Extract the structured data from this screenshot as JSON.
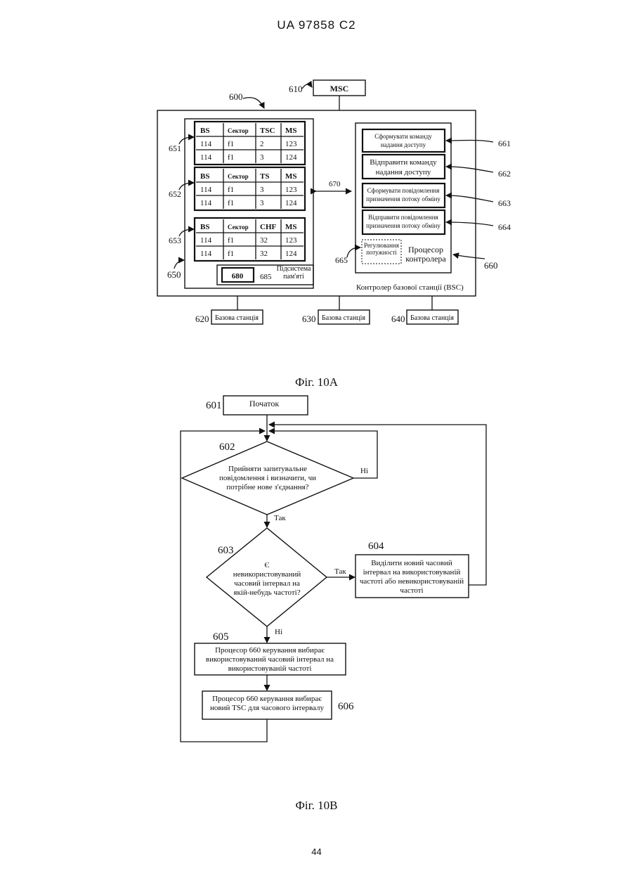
{
  "page": {
    "header": "UA   97858   C2",
    "page_number": "44"
  },
  "fig_a": {
    "caption": "Фіг. 10А",
    "msc": {
      "ref": "610",
      "label": "MSC"
    },
    "bsc_ref": "600",
    "bsc_label": "Контролер базової станції (BSC)",
    "memory": {
      "ref": "650",
      "inner_ref": "685",
      "box_ref": "680",
      "label_line1": "Підсистема",
      "label_line2": "пам'яті"
    },
    "tables": [
      {
        "ref": "651",
        "headers": [
          "BS",
          "Сектор",
          "TSC",
          "MS"
        ],
        "rows": [
          [
            "114",
            "f1",
            "2",
            "123"
          ],
          [
            "114",
            "f1",
            "3",
            "124"
          ]
        ]
      },
      {
        "ref": "652",
        "headers": [
          "BS",
          "Сектор",
          "TS",
          "MS"
        ],
        "rows": [
          [
            "114",
            "f1",
            "3",
            "123"
          ],
          [
            "114",
            "f1",
            "3",
            "124"
          ]
        ]
      },
      {
        "ref": "653",
        "headers": [
          "BS",
          "Сектор",
          "CHF",
          "MS"
        ],
        "rows": [
          [
            "114",
            "f1",
            "32",
            "123"
          ],
          [
            "114",
            "f1",
            "32",
            "124"
          ]
        ]
      }
    ],
    "link_ref": "670",
    "processor": {
      "ref": "660",
      "label_line1": "Процесор",
      "label_line2": "контролера",
      "items": [
        {
          "ref": "661",
          "line1": "Сформувати команду",
          "line2": "надання доступу"
        },
        {
          "ref": "662",
          "line1": "Відправити команду",
          "line2": "надання доступу"
        },
        {
          "ref": "663",
          "line1": "Сформувати повідомлення",
          "line2": "призначення потоку обміну"
        },
        {
          "ref": "664",
          "line1": "Відправити повідомлення",
          "line2": "призначення потоку обміну"
        }
      ],
      "power": {
        "ref": "665",
        "line1": "Регулювання",
        "line2": "потужності"
      }
    },
    "base_stations": [
      {
        "ref": "620",
        "label": "Базова станція"
      },
      {
        "ref": "630",
        "label": "Базова станція"
      },
      {
        "ref": "640",
        "label": "Базова станція"
      }
    ]
  },
  "fig_b": {
    "caption": "Фіг. 10В",
    "start": {
      "ref": "601",
      "label": "Початок"
    },
    "decision1": {
      "ref": "602",
      "line1": "Прийняти запитувальне",
      "line2": "повідомлення і визначити, чи",
      "line3": "потрібне нове з'єднання?",
      "no": "Ні",
      "yes": "Так"
    },
    "decision2": {
      "ref": "603",
      "line1": "Є",
      "line2": "невикористовуваний",
      "line3": "часовий інтервал на",
      "line4": "якій-небудь частоті?",
      "yes": "Так",
      "no": "Ні"
    },
    "step604": {
      "ref": "604",
      "line1": "Виділити новий часовий",
      "line2": "інтервал на використовуваній",
      "line3": "частоті або невикористовуваній",
      "line4": "частоті"
    },
    "step605": {
      "ref": "605",
      "line1": "Процесор 660 керування вибирає",
      "line2": "використовуваний часовий інтервал на",
      "line3": "використовуваній частоті"
    },
    "step606": {
      "ref": "606",
      "line1": "Процесор 660 керування вибирає",
      "line2": "новий TSC для часового інтервалу"
    }
  }
}
